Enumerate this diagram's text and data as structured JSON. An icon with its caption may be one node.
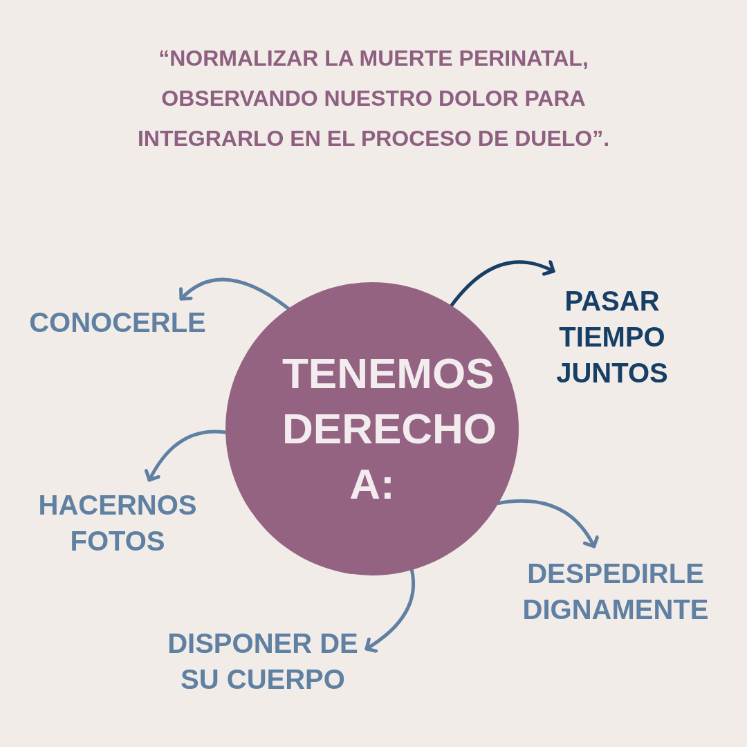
{
  "diagram": {
    "title": "“NORMALIZAR LA MUERTE PERINATAL, OBSERVANDO NUESTRO DOLOR PARA INTEGRARLO EN EL PROCESO DE DUELO”.",
    "nodes": [
      {
        "text": [
          "TENEMOS DERECHO A:"
        ]
      },
      {
        "text": [
          "CONOCERLE"
        ]
      },
      {
        "text": [
          "PASAR TIEMPO JUNTOS"
        ]
      },
      {
        "text": [
          "HACERNOS FOTOS"
        ]
      },
      {
        "text": [
          "DESPEDIRLE DIGNAMENTE"
        ]
      },
      {
        "text": [
          "DISPONER DE SU CUERPO"
        ]
      }
    ],
    "edges": [
      {
        "from": 0,
        "to": 1,
        "arrow": "to"
      },
      {
        "from": 0,
        "to": 2,
        "arrow": "to",
        "color": "#173f66"
      },
      {
        "from": 0,
        "to": 3,
        "arrow": "to"
      },
      {
        "from": 0,
        "to": 4,
        "arrow": "to"
      },
      {
        "from": 0,
        "to": 5,
        "arrow": "to"
      }
    ]
  }
}
